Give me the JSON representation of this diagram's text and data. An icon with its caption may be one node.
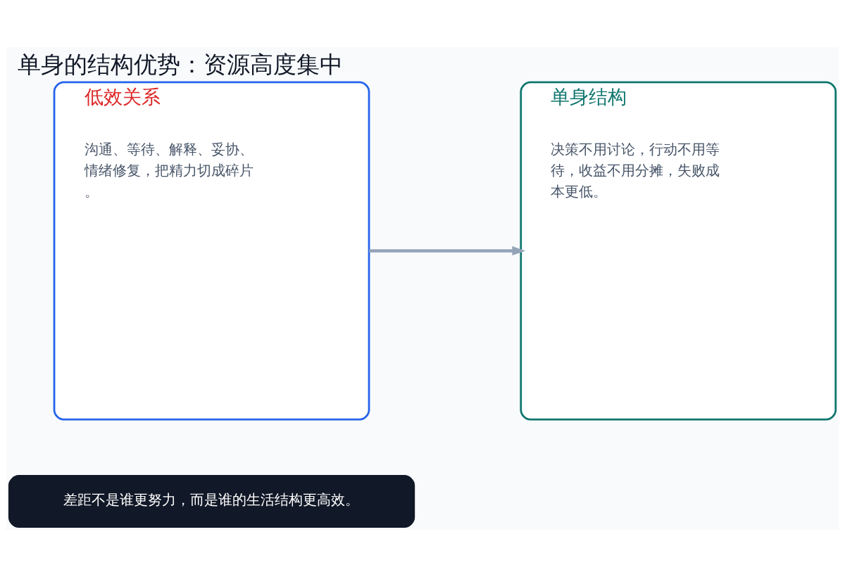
{
  "diagram": {
    "title": "单身的结构优势：资源高度集中",
    "nodes": [
      {
        "text": [
          "低效关系",
          "沟通、等待、解释、妥协、情绪修复，把精力切成碎片。"
        ]
      },
      {
        "text": [
          "单身结构",
          "决策不用讨论，行动不用等待，收益不用分摊，失败成本更低。"
        ]
      },
      {
        "text": [
          "差距不是谁更努力，而是谁的生活结构更高效。"
        ]
      }
    ],
    "edges": [
      {
        "from": 0,
        "to": 1,
        "arrow": "to"
      }
    ]
  }
}
